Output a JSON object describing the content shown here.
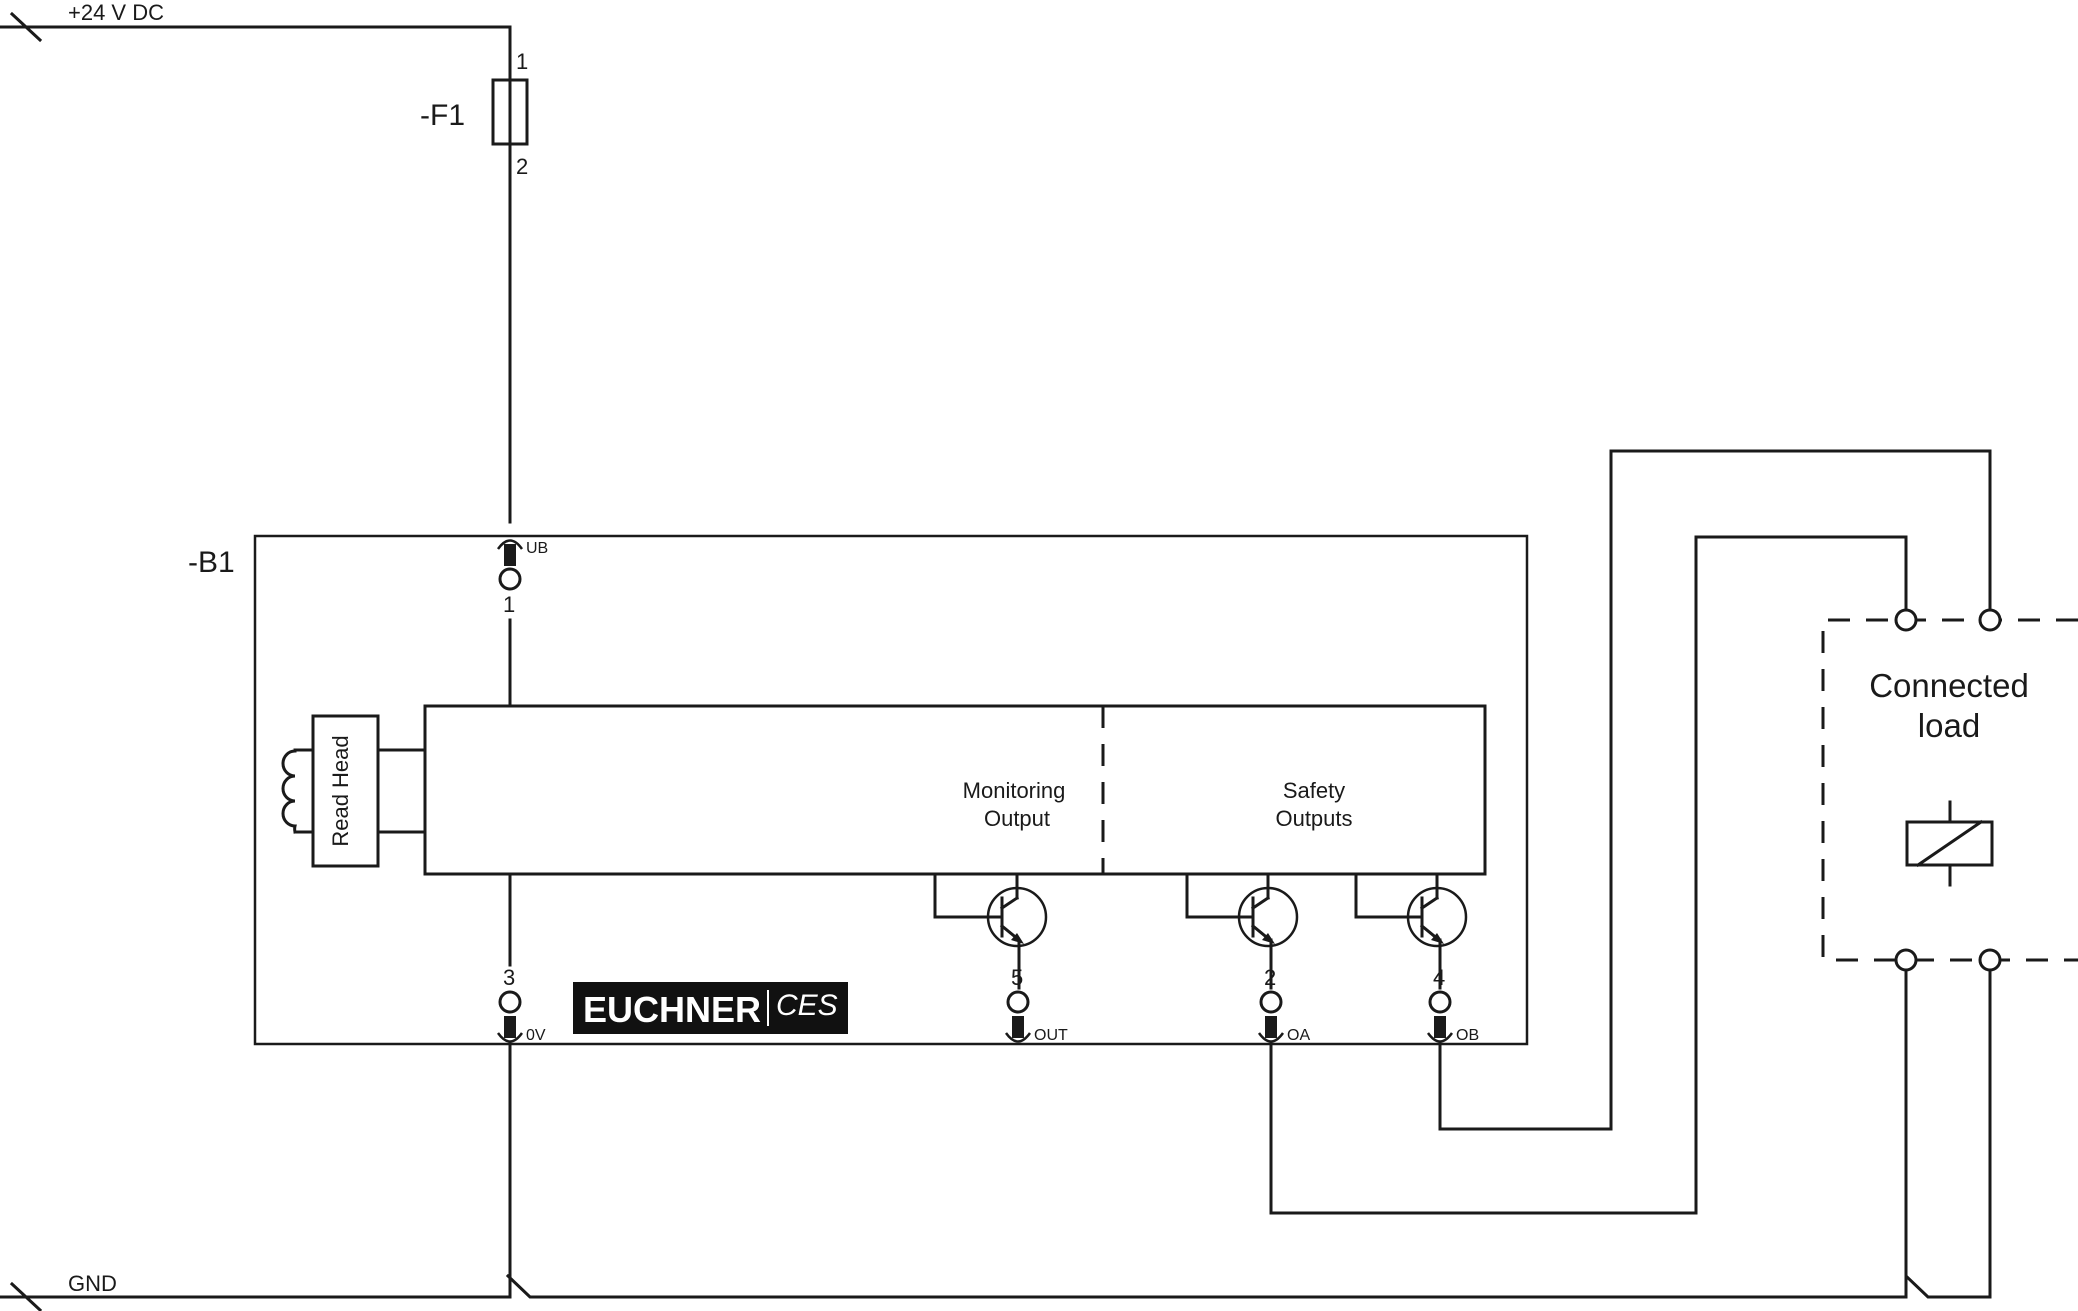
{
  "supply": {
    "positive_label": "+24 V DC",
    "ground_label": "GND"
  },
  "fuse": {
    "designation": "-F1",
    "pin_in": "1",
    "pin_out": "2"
  },
  "device": {
    "designation": "-B1",
    "read_head_label": "Read Head",
    "monitoring_label_line1": "Monitoring",
    "monitoring_label_line2": "Output",
    "safety_label_line1": "Safety",
    "safety_label_line2": "Outputs",
    "terminals": {
      "ub": {
        "number": "1",
        "name": "UB"
      },
      "zero_v": {
        "number": "3",
        "name": "0V"
      },
      "out": {
        "number": "5",
        "name": "OUT"
      },
      "oa": {
        "number": "2",
        "name": "OA"
      },
      "ob": {
        "number": "4",
        "name": "OB"
      }
    },
    "logo": {
      "brand": "EUCHNER",
      "product": "CES"
    }
  },
  "load": {
    "label_line1": "Connected",
    "label_line2": "load"
  },
  "colors": {
    "line": "#1a1a1a",
    "background": "#ffffff",
    "logo_background": "#111111"
  }
}
